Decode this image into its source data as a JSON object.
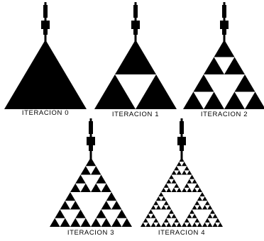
{
  "colors": {
    "fill": "#000000",
    "background": "#ffffff"
  },
  "figures": [
    {
      "label": "ITERACION 0",
      "iterations": 0
    },
    {
      "label": "ITERACION 1",
      "iterations": 1
    },
    {
      "label": "ITERACION 2",
      "iterations": 2
    },
    {
      "label": "ITERACION 3",
      "iterations": 3
    },
    {
      "label": "ITERACION 4",
      "iterations": 4
    }
  ]
}
